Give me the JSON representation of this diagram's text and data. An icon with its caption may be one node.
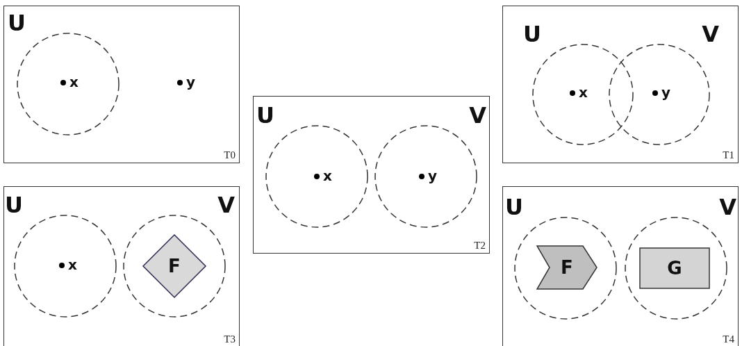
{
  "diagram": {
    "nodes": [
      {
        "text": [
          "T0"
        ]
      },
      {
        "text": [
          "U"
        ],
        "in": 0
      },
      {
        "text": [
          "x"
        ],
        "in": 1
      },
      {
        "text": [
          "y"
        ],
        "in": 0
      },
      {
        "text": [
          "T1"
        ]
      },
      {
        "text": [
          "U"
        ],
        "in": 4
      },
      {
        "text": [
          "V"
        ],
        "in": 4
      },
      {
        "text": [
          "x"
        ],
        "in": 5
      },
      {
        "text": [
          "y"
        ],
        "in": 6
      },
      {
        "text": [
          "T2"
        ]
      },
      {
        "text": [
          "U"
        ],
        "in": 9
      },
      {
        "text": [
          "V"
        ],
        "in": 9
      },
      {
        "text": [
          "x"
        ],
        "in": 10
      },
      {
        "text": [
          "y"
        ],
        "in": 11
      },
      {
        "text": [
          "T3"
        ]
      },
      {
        "text": [
          "U"
        ],
        "in": 14
      },
      {
        "text": [
          "V"
        ],
        "in": 14
      },
      {
        "text": [
          "x"
        ],
        "in": 15
      },
      {
        "text": [
          "F"
        ],
        "in": 16
      },
      {
        "text": [
          "T4"
        ]
      },
      {
        "text": [
          "U"
        ],
        "in": 19
      },
      {
        "text": [
          "V"
        ],
        "in": 19
      },
      {
        "text": [
          "F"
        ],
        "in": 20
      },
      {
        "text": [
          "G"
        ],
        "in": 21
      }
    ],
    "edges": []
  }
}
